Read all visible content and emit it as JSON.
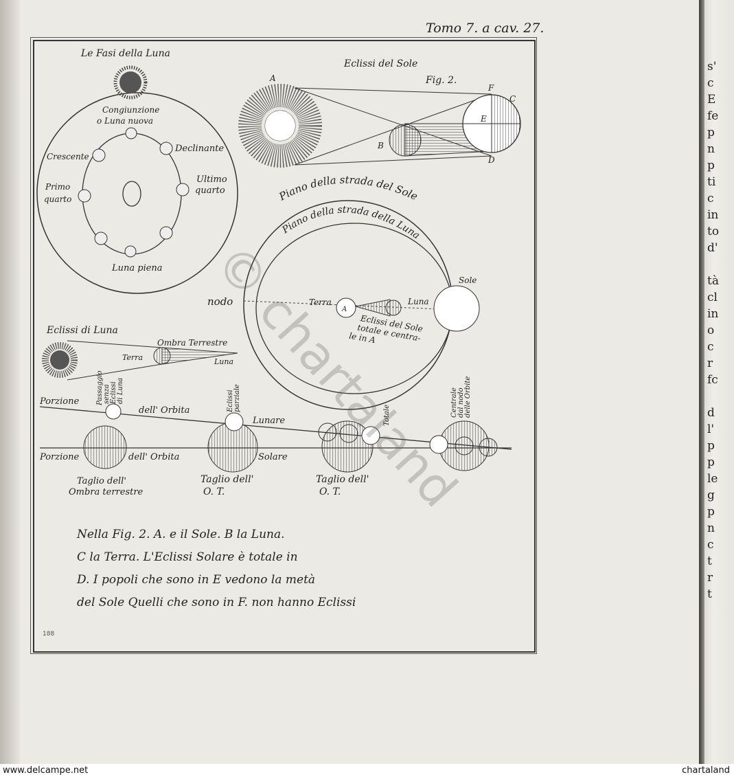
{
  "header": {
    "note": "Tomo 7. a cav. 27."
  },
  "plate": {
    "fasi_title": "Le Fasi della Luna",
    "fasi_labels": [
      "Congiunzione",
      "o Luna nuova",
      "Declinante",
      "Crescente",
      "Ultimo",
      "quarto",
      "Primo",
      "quarto",
      "Luna piena"
    ],
    "eclissi_sole_title": "Eclissi del Sole",
    "fig2": "Fig. 2.",
    "letters": [
      "A",
      "B",
      "C",
      "D",
      "E",
      "F"
    ],
    "piano_sole": "Piano della strada del Sole",
    "piano_luna": "Piano della strada della Luna",
    "nodo": "nodo",
    "sole": "Sole",
    "terra": "Terra",
    "luna": "Luna",
    "a_small": "A",
    "eclissi_totale": [
      "Eclissi del Sole",
      "totale e centra-",
      "le in A"
    ],
    "eclissi_luna_title": "Eclissi di Luna",
    "ombra_terrestre": "Ombra Terrestre",
    "terra2": "Terra",
    "luna2": "Luna",
    "porzione_orbita_lunare": [
      "Porzione",
      "dell' Orbita",
      "Lunare"
    ],
    "porzione_orbita_solare": [
      "Porzione",
      "dell' Orbita",
      "Solare"
    ],
    "passaggio": [
      "Passaggio",
      "senza",
      "Eclissi",
      "di Luna"
    ],
    "eclissi_parziale": [
      "Eclissi",
      "parziale"
    ],
    "totale": "Totale",
    "centrale": [
      "Centrale",
      "dal nodo",
      "delle Orbite"
    ],
    "taglio": [
      [
        "Taglio dell'",
        "Ombra terrestre"
      ],
      [
        "Taglio dell'",
        "O. T."
      ],
      [
        "Taglio dell'",
        "O. T."
      ]
    ],
    "caption": [
      "Nella Fig. 2. A. e il Sole. B la Luna.",
      "C la Terra. L'Eclissi Solare è totale in",
      "D. I popoli che sono in E vedono la metà",
      "del Sole Quelli che sono in F. non hanno Eclissi"
    ],
    "plate_number": "188"
  },
  "right_column_letters": [
    "s'",
    "c",
    "E",
    "fe",
    "p",
    "n",
    "p",
    "ti",
    "c",
    "in",
    "to",
    "d'",
    "",
    "tà",
    "cl",
    "in",
    "o",
    "c",
    "r",
    "fc",
    "",
    "d",
    "l'",
    "p",
    "p",
    "le",
    "g",
    "p",
    "n",
    "c",
    "t",
    "r",
    "t"
  ],
  "watermark": "© chartaland",
  "footer": {
    "left": "www.delcampe.net",
    "right": "chartaland"
  }
}
